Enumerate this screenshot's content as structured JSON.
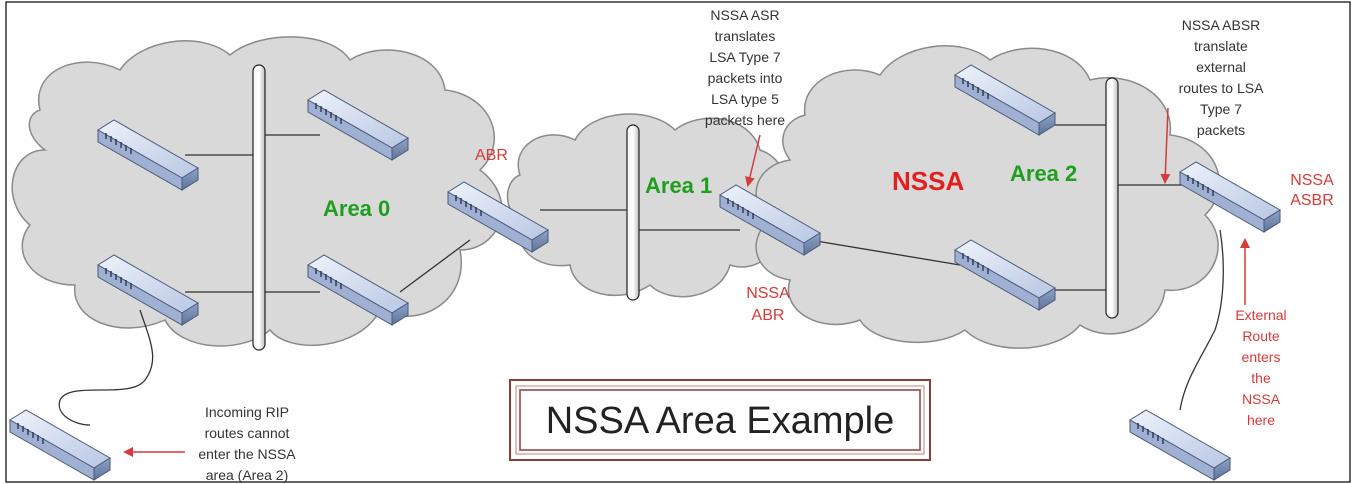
{
  "areas": {
    "area0": "Area 0",
    "area1": "Area 1",
    "area2": "Area 2",
    "nssa": "NSSA"
  },
  "router_labels": {
    "abr": "ABR",
    "nssa_abr": [
      "NSSA",
      "ABR"
    ],
    "nssa_asbr": [
      "NSSA",
      "ASBR"
    ]
  },
  "annotations": {
    "asr_note": [
      "NSSA ASR",
      "translates",
      "LSA Type 7",
      "packets into",
      "LSA type 5",
      "packets here"
    ],
    "absr_note": [
      "NSSA ABSR",
      "translate",
      "external",
      "routes to LSA",
      "Type 7",
      "packets"
    ],
    "external_note": [
      "External",
      "Route",
      "enters",
      "the",
      "NSSA",
      "here"
    ],
    "rip_note": [
      "Incoming RIP",
      "routes cannot",
      "enter the NSSA",
      "area (Area 2)"
    ]
  },
  "title": "NSSA Area Example",
  "colors": {
    "cloud_fill": "#d9d9d9",
    "cloud_stroke": "#8a8a8a",
    "area_label": "#1f9e1f",
    "red_label": "#d63a3a",
    "nssa_label": "#e02020",
    "router_face": "#c9d4ea",
    "title_frame": "#8a3b3b"
  },
  "icons": {
    "router": "switch-router-icon",
    "backbone": "backbone-bus-icon"
  }
}
